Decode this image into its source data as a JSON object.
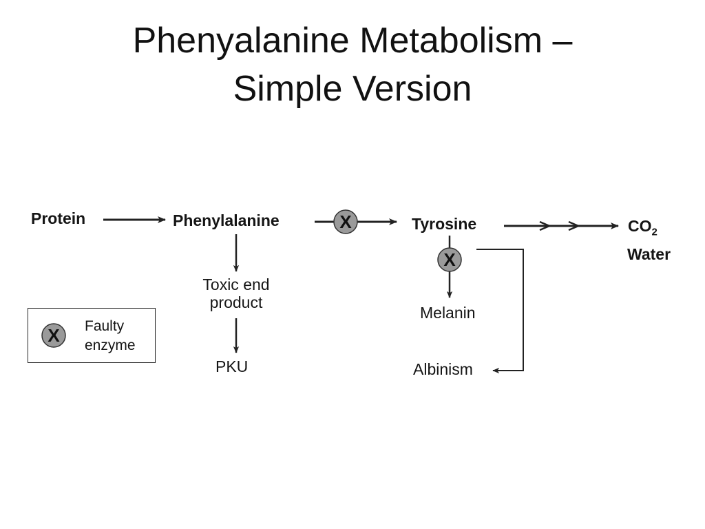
{
  "title": {
    "line1": "Phenyalanine Metabolism –",
    "line2": "Simple Version"
  },
  "diagram": {
    "nodes": {
      "protein": "Protein",
      "phenylalanine": "Phenylalanine",
      "tyrosine": "Tyrosine",
      "co2_prefix": "CO",
      "co2_subscript": "2",
      "water": "Water",
      "toxic_line1": "Toxic end",
      "toxic_line2": "product",
      "pku": "PKU",
      "melanin": "Melanin",
      "albinism": "Albinism"
    },
    "faulty_enzyme_marker": "X",
    "legend": {
      "symbol": "X",
      "line1": "Faulty",
      "line2": "enzyme"
    }
  },
  "colors": {
    "text": "#151515",
    "marker_fill": "#9a9a9a",
    "line": "#222222"
  }
}
